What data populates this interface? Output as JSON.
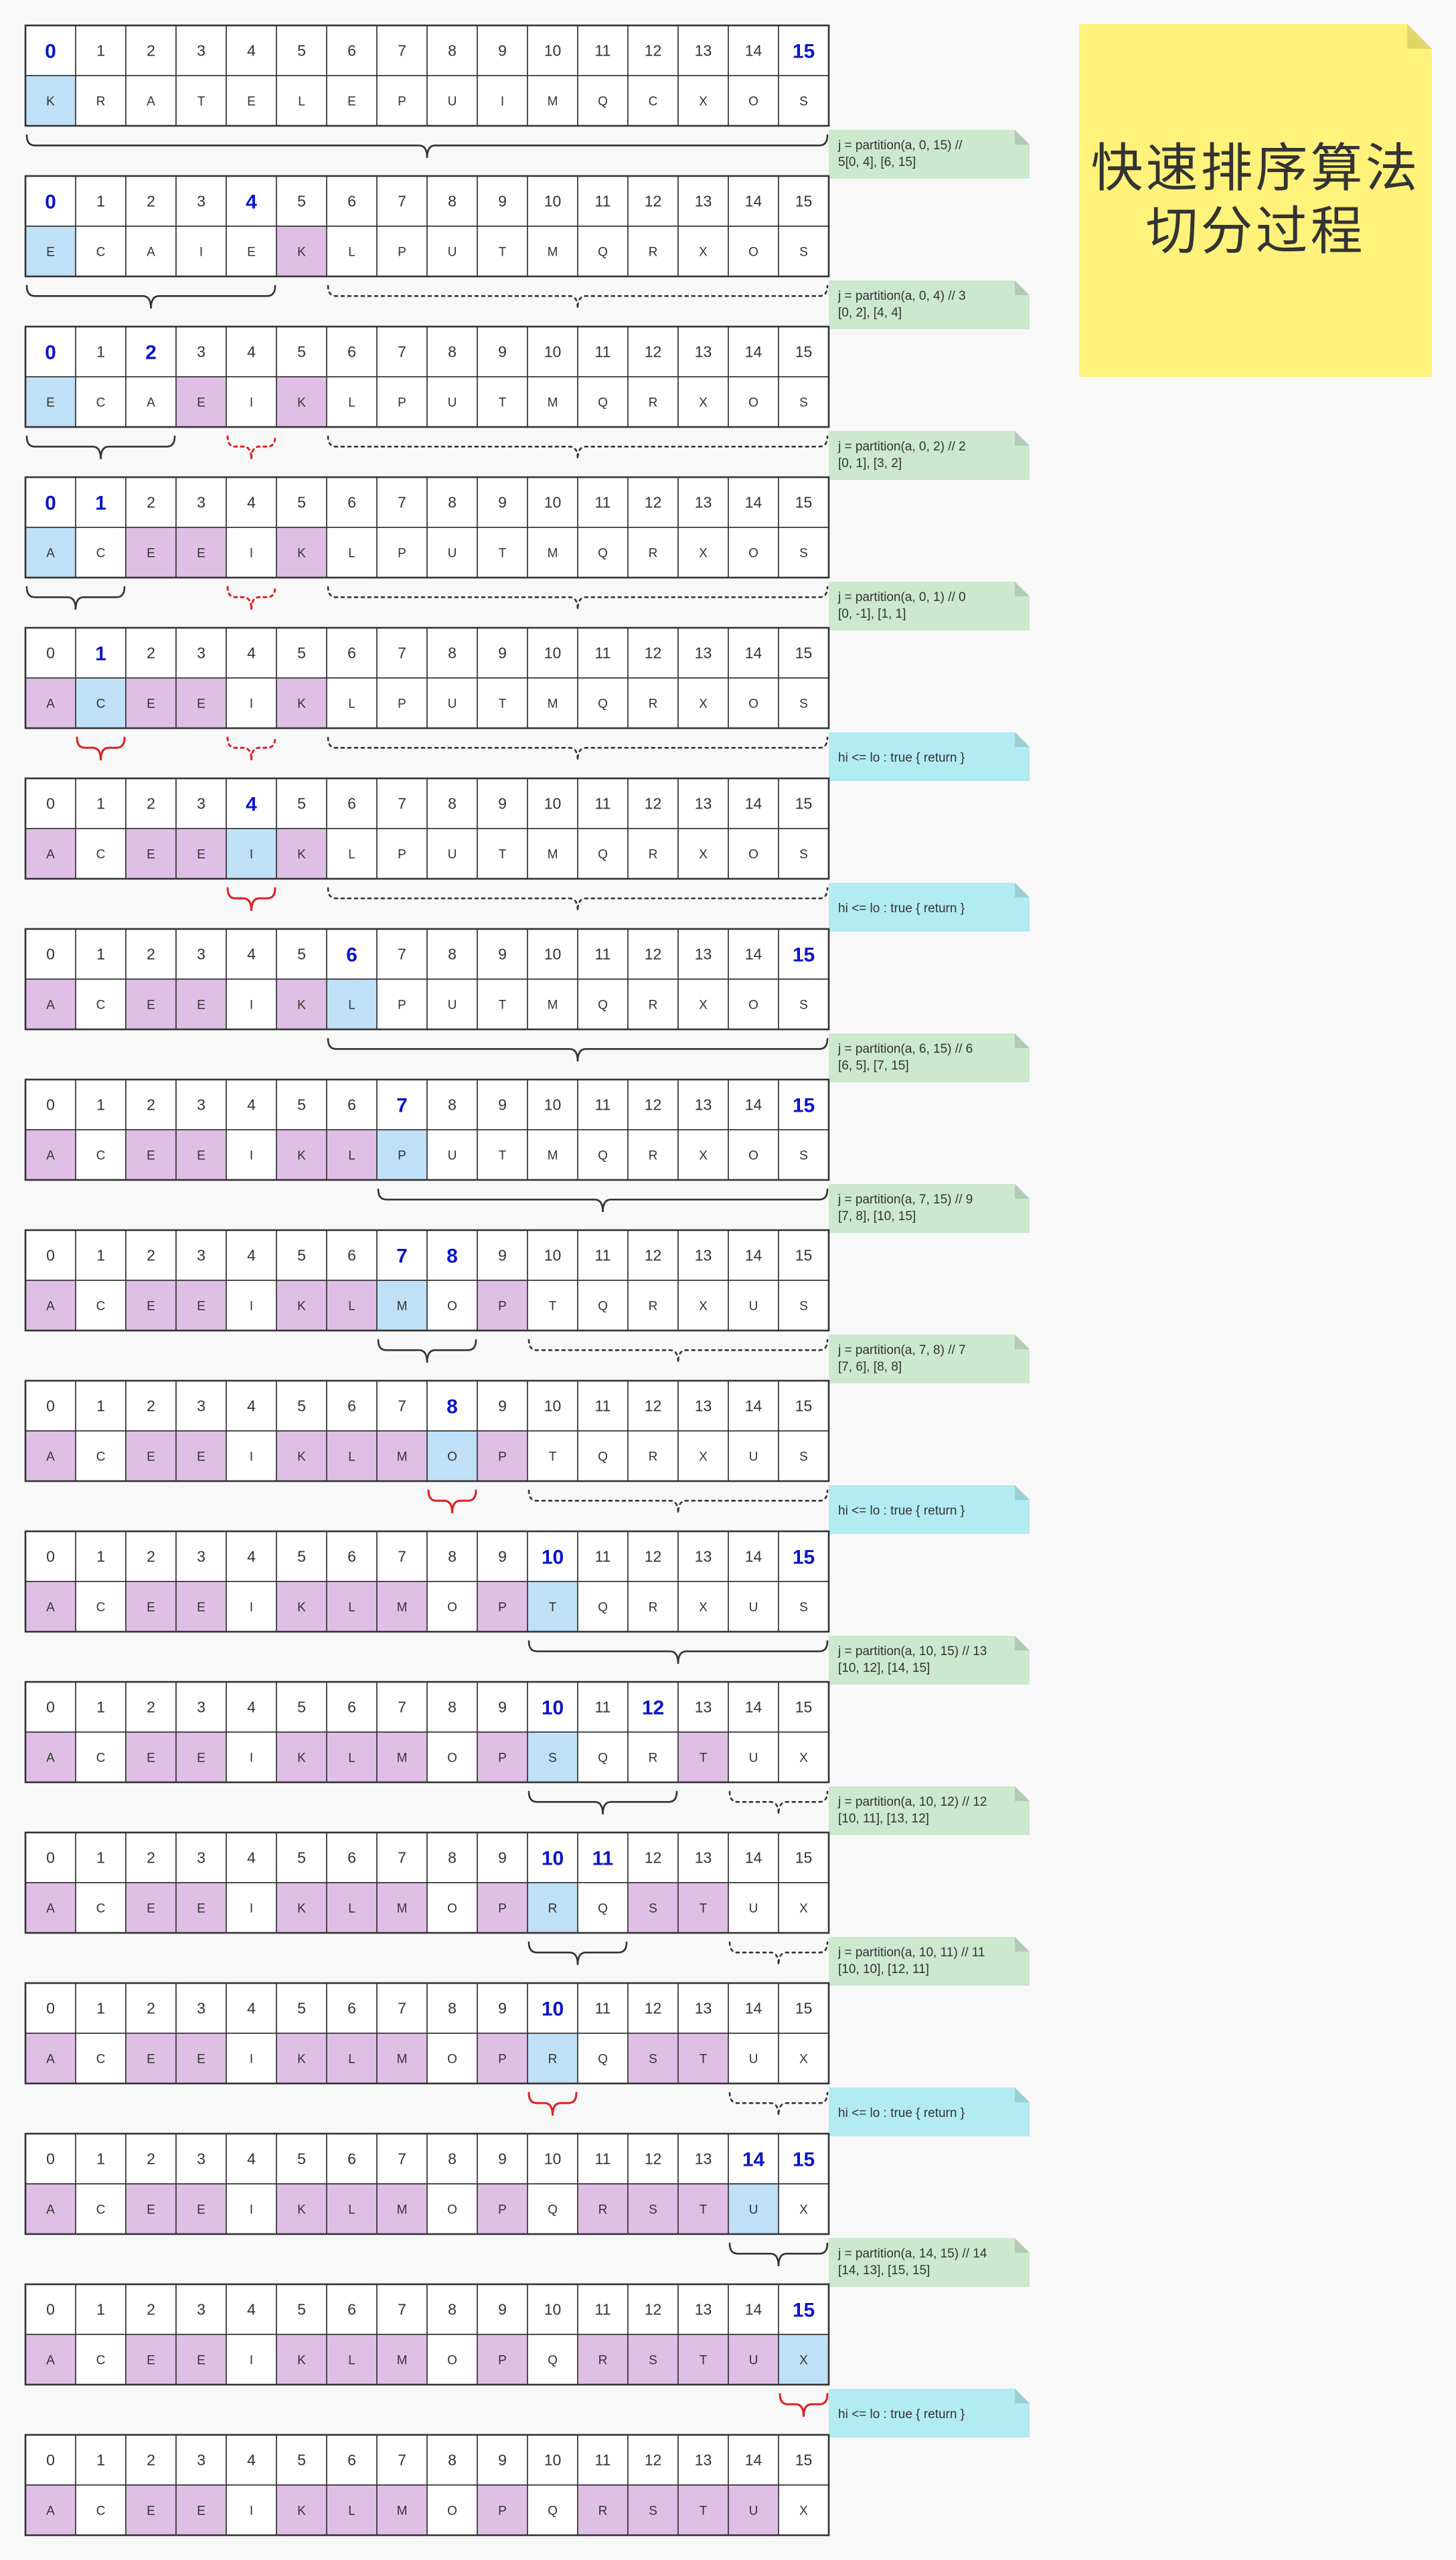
{
  "title": {
    "line1": "快速排序算法",
    "line2": "切分过程"
  },
  "colors": {
    "border": "#333333",
    "cell_default": "#ffffff",
    "cell_pivot": "#bfe0f7",
    "cell_sorted": "#e0bfe6",
    "index_text": "#333333",
    "index_highlight": "#0a14cc",
    "brace_solid": "#333333",
    "brace_red": "#e02020",
    "note_green": "#cce8cf",
    "note_cyan": "#b2ebf2",
    "note_text": "#333333"
  },
  "indices": [
    "0",
    "1",
    "2",
    "3",
    "4",
    "5",
    "6",
    "7",
    "8",
    "9",
    "10",
    "11",
    "12",
    "13",
    "14",
    "15"
  ],
  "steps": [
    {
      "letters": [
        "K",
        "R",
        "A",
        "T",
        "E",
        "L",
        "E",
        "P",
        "U",
        "I",
        "M",
        "Q",
        "C",
        "X",
        "O",
        "S"
      ],
      "highlight": [
        0,
        15
      ],
      "pivot": [
        0
      ],
      "sorted": [],
      "braces": [
        {
          "from": 0,
          "to": 15,
          "style": "solid"
        }
      ],
      "note": {
        "text": "j = partition(a, 0, 15) // 5[0, 4], [6, 15]",
        "type": "green"
      }
    },
    {
      "letters": [
        "E",
        "C",
        "A",
        "I",
        "E",
        "K",
        "L",
        "P",
        "U",
        "T",
        "M",
        "Q",
        "R",
        "X",
        "O",
        "S"
      ],
      "highlight": [
        0,
        4
      ],
      "pivot": [
        0
      ],
      "sorted": [
        5
      ],
      "braces": [
        {
          "from": 0,
          "to": 4,
          "style": "solid"
        },
        {
          "from": 6,
          "to": 15,
          "style": "dotted"
        }
      ],
      "note": {
        "text": "j = partition(a, 0, 4) // 3 [0, 2], [4, 4]",
        "type": "green"
      }
    },
    {
      "letters": [
        "E",
        "C",
        "A",
        "E",
        "I",
        "K",
        "L",
        "P",
        "U",
        "T",
        "M",
        "Q",
        "R",
        "X",
        "O",
        "S"
      ],
      "highlight": [
        0,
        2
      ],
      "pivot": [
        0
      ],
      "sorted": [
        3,
        5
      ],
      "braces": [
        {
          "from": 0,
          "to": 2,
          "style": "solid"
        },
        {
          "from": 4,
          "to": 4,
          "style": "red-dotted"
        },
        {
          "from": 6,
          "to": 15,
          "style": "dotted"
        }
      ],
      "note": {
        "text": "j = partition(a, 0, 2) // 2 [0, 1], [3, 2]",
        "type": "green"
      }
    },
    {
      "letters": [
        "A",
        "C",
        "E",
        "E",
        "I",
        "K",
        "L",
        "P",
        "U",
        "T",
        "M",
        "Q",
        "R",
        "X",
        "O",
        "S"
      ],
      "highlight": [
        0,
        1
      ],
      "pivot": [
        0
      ],
      "sorted": [
        2,
        3,
        5
      ],
      "braces": [
        {
          "from": 0,
          "to": 1,
          "style": "solid"
        },
        {
          "from": 4,
          "to": 4,
          "style": "red-dotted"
        },
        {
          "from": 6,
          "to": 15,
          "style": "dotted"
        }
      ],
      "note": {
        "text": "j = partition(a, 0, 1) // 0 [0, -1], [1, 1]",
        "type": "green"
      }
    },
    {
      "letters": [
        "A",
        "C",
        "E",
        "E",
        "I",
        "K",
        "L",
        "P",
        "U",
        "T",
        "M",
        "Q",
        "R",
        "X",
        "O",
        "S"
      ],
      "highlight": [
        1
      ],
      "pivot": [
        1
      ],
      "sorted": [
        0,
        2,
        3,
        5
      ],
      "braces": [
        {
          "from": 1,
          "to": 1,
          "style": "red"
        },
        {
          "from": 4,
          "to": 4,
          "style": "red-dotted"
        },
        {
          "from": 6,
          "to": 15,
          "style": "dotted"
        }
      ],
      "note": {
        "text": "hi <= lo : true { return }",
        "type": "cyan"
      }
    },
    {
      "letters": [
        "A",
        "C",
        "E",
        "E",
        "I",
        "K",
        "L",
        "P",
        "U",
        "T",
        "M",
        "Q",
        "R",
        "X",
        "O",
        "S"
      ],
      "highlight": [
        4
      ],
      "pivot": [
        4
      ],
      "sorted": [
        0,
        2,
        3,
        5
      ],
      "braces": [
        {
          "from": 4,
          "to": 4,
          "style": "red"
        },
        {
          "from": 6,
          "to": 15,
          "style": "dotted"
        }
      ],
      "note": {
        "text": "hi <= lo : true { return }",
        "type": "cyan"
      }
    },
    {
      "letters": [
        "A",
        "C",
        "E",
        "E",
        "I",
        "K",
        "L",
        "P",
        "U",
        "T",
        "M",
        "Q",
        "R",
        "X",
        "O",
        "S"
      ],
      "highlight": [
        6,
        15
      ],
      "pivot": [
        6
      ],
      "sorted": [
        0,
        2,
        3,
        5
      ],
      "braces": [
        {
          "from": 6,
          "to": 15,
          "style": "solid"
        }
      ],
      "note": {
        "text": "j = partition(a, 6, 15) // 6 [6, 5], [7, 15]",
        "type": "green"
      }
    },
    {
      "letters": [
        "A",
        "C",
        "E",
        "E",
        "I",
        "K",
        "L",
        "P",
        "U",
        "T",
        "M",
        "Q",
        "R",
        "X",
        "O",
        "S"
      ],
      "highlight": [
        7,
        15
      ],
      "pivot": [
        7
      ],
      "sorted": [
        0,
        2,
        3,
        5,
        6
      ],
      "braces": [
        {
          "from": 7,
          "to": 15,
          "style": "solid"
        }
      ],
      "note": {
        "text": "j = partition(a, 7, 15) // 9 [7, 8], [10, 15]",
        "type": "green"
      }
    },
    {
      "letters": [
        "A",
        "C",
        "E",
        "E",
        "I",
        "K",
        "L",
        "M",
        "O",
        "P",
        "T",
        "Q",
        "R",
        "X",
        "U",
        "S"
      ],
      "highlight": [
        7,
        8
      ],
      "pivot": [
        7
      ],
      "sorted": [
        0,
        2,
        3,
        5,
        6,
        9
      ],
      "braces": [
        {
          "from": 7,
          "to": 8,
          "style": "solid"
        },
        {
          "from": 10,
          "to": 15,
          "style": "dotted"
        }
      ],
      "note": {
        "text": "j = partition(a, 7, 8) // 7 [7, 6], [8, 8]",
        "type": "green"
      }
    },
    {
      "letters": [
        "A",
        "C",
        "E",
        "E",
        "I",
        "K",
        "L",
        "M",
        "O",
        "P",
        "T",
        "Q",
        "R",
        "X",
        "U",
        "S"
      ],
      "highlight": [
        8
      ],
      "pivot": [
        8
      ],
      "sorted": [
        0,
        2,
        3,
        5,
        6,
        7,
        9
      ],
      "braces": [
        {
          "from": 8,
          "to": 8,
          "style": "red"
        },
        {
          "from": 10,
          "to": 15,
          "style": "dotted"
        }
      ],
      "note": {
        "text": "hi <= lo : true { return }",
        "type": "cyan"
      }
    },
    {
      "letters": [
        "A",
        "C",
        "E",
        "E",
        "I",
        "K",
        "L",
        "M",
        "O",
        "P",
        "T",
        "Q",
        "R",
        "X",
        "U",
        "S"
      ],
      "highlight": [
        10,
        15
      ],
      "pivot": [
        10
      ],
      "sorted": [
        0,
        2,
        3,
        5,
        6,
        7,
        9
      ],
      "braces": [
        {
          "from": 10,
          "to": 15,
          "style": "solid"
        }
      ],
      "note": {
        "text": "j = partition(a, 10, 15) // 13 [10, 12], [14, 15]",
        "type": "green"
      }
    },
    {
      "letters": [
        "A",
        "C",
        "E",
        "E",
        "I",
        "K",
        "L",
        "M",
        "O",
        "P",
        "S",
        "Q",
        "R",
        "T",
        "U",
        "X"
      ],
      "highlight": [
        10,
        12
      ],
      "pivot": [
        10
      ],
      "sorted": [
        0,
        2,
        3,
        5,
        6,
        7,
        9,
        13
      ],
      "braces": [
        {
          "from": 10,
          "to": 12,
          "style": "solid"
        },
        {
          "from": 14,
          "to": 15,
          "style": "dotted"
        }
      ],
      "note": {
        "text": "j = partition(a, 10, 12) // 12 [10, 11], [13, 12]",
        "type": "green"
      }
    },
    {
      "letters": [
        "A",
        "C",
        "E",
        "E",
        "I",
        "K",
        "L",
        "M",
        "O",
        "P",
        "R",
        "Q",
        "S",
        "T",
        "U",
        "X"
      ],
      "highlight": [
        10,
        11
      ],
      "pivot": [
        10
      ],
      "sorted": [
        0,
        2,
        3,
        5,
        6,
        7,
        9,
        12,
        13
      ],
      "braces": [
        {
          "from": 10,
          "to": 11,
          "style": "solid"
        },
        {
          "from": 14,
          "to": 15,
          "style": "dotted"
        }
      ],
      "note": {
        "text": "j = partition(a, 10, 11) // 11 [10, 10], [12, 11]",
        "type": "green"
      }
    },
    {
      "letters": [
        "A",
        "C",
        "E",
        "E",
        "I",
        "K",
        "L",
        "M",
        "O",
        "P",
        "R",
        "Q",
        "S",
        "T",
        "U",
        "X"
      ],
      "highlight": [
        10
      ],
      "pivot": [
        10
      ],
      "sorted": [
        0,
        2,
        3,
        5,
        6,
        7,
        9,
        12,
        13
      ],
      "braces": [
        {
          "from": 10,
          "to": 10,
          "style": "red"
        },
        {
          "from": 14,
          "to": 15,
          "style": "dotted"
        }
      ],
      "note": {
        "text": "hi <= lo : true { return }",
        "type": "cyan"
      }
    },
    {
      "letters": [
        "A",
        "C",
        "E",
        "E",
        "I",
        "K",
        "L",
        "M",
        "O",
        "P",
        "Q",
        "R",
        "S",
        "T",
        "U",
        "X"
      ],
      "highlight": [
        14,
        15
      ],
      "pivot": [
        14
      ],
      "sorted": [
        0,
        2,
        3,
        5,
        6,
        7,
        9,
        11,
        12,
        13
      ],
      "braces": [
        {
          "from": 14,
          "to": 15,
          "style": "solid"
        }
      ],
      "note": {
        "text": "j = partition(a, 14, 15) // 14 [14, 13], [15, 15]",
        "type": "green"
      }
    },
    {
      "letters": [
        "A",
        "C",
        "E",
        "E",
        "I",
        "K",
        "L",
        "M",
        "O",
        "P",
        "Q",
        "R",
        "S",
        "T",
        "U",
        "X"
      ],
      "highlight": [
        15
      ],
      "pivot": [
        15
      ],
      "sorted": [
        0,
        2,
        3,
        5,
        6,
        7,
        9,
        11,
        12,
        13,
        14
      ],
      "braces": [
        {
          "from": 15,
          "to": 15,
          "style": "red"
        }
      ],
      "note": {
        "text": "hi <= lo : true { return }",
        "type": "cyan"
      }
    },
    {
      "letters": [
        "A",
        "C",
        "E",
        "E",
        "I",
        "K",
        "L",
        "M",
        "O",
        "P",
        "Q",
        "R",
        "S",
        "T",
        "U",
        "X"
      ],
      "highlight": [],
      "pivot": [],
      "sorted": [
        0,
        2,
        3,
        5,
        6,
        7,
        9,
        11,
        12,
        13,
        14
      ],
      "braces": [],
      "note": null
    }
  ]
}
